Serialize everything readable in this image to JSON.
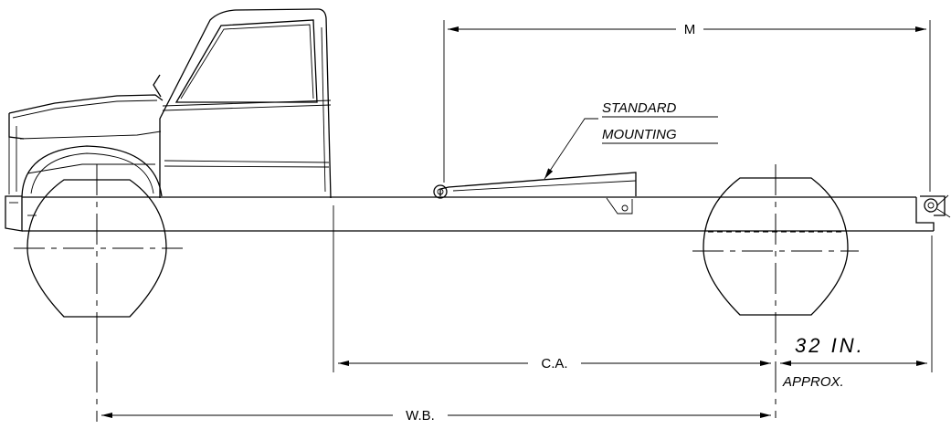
{
  "labels": {
    "m": "M",
    "standard_mounting_line1": "STANDARD",
    "standard_mounting_line2": "MOUNTING",
    "ca": "C.A.",
    "wb": "W.B.",
    "dimension_32": "32 IN.",
    "approx": "APPROX."
  }
}
